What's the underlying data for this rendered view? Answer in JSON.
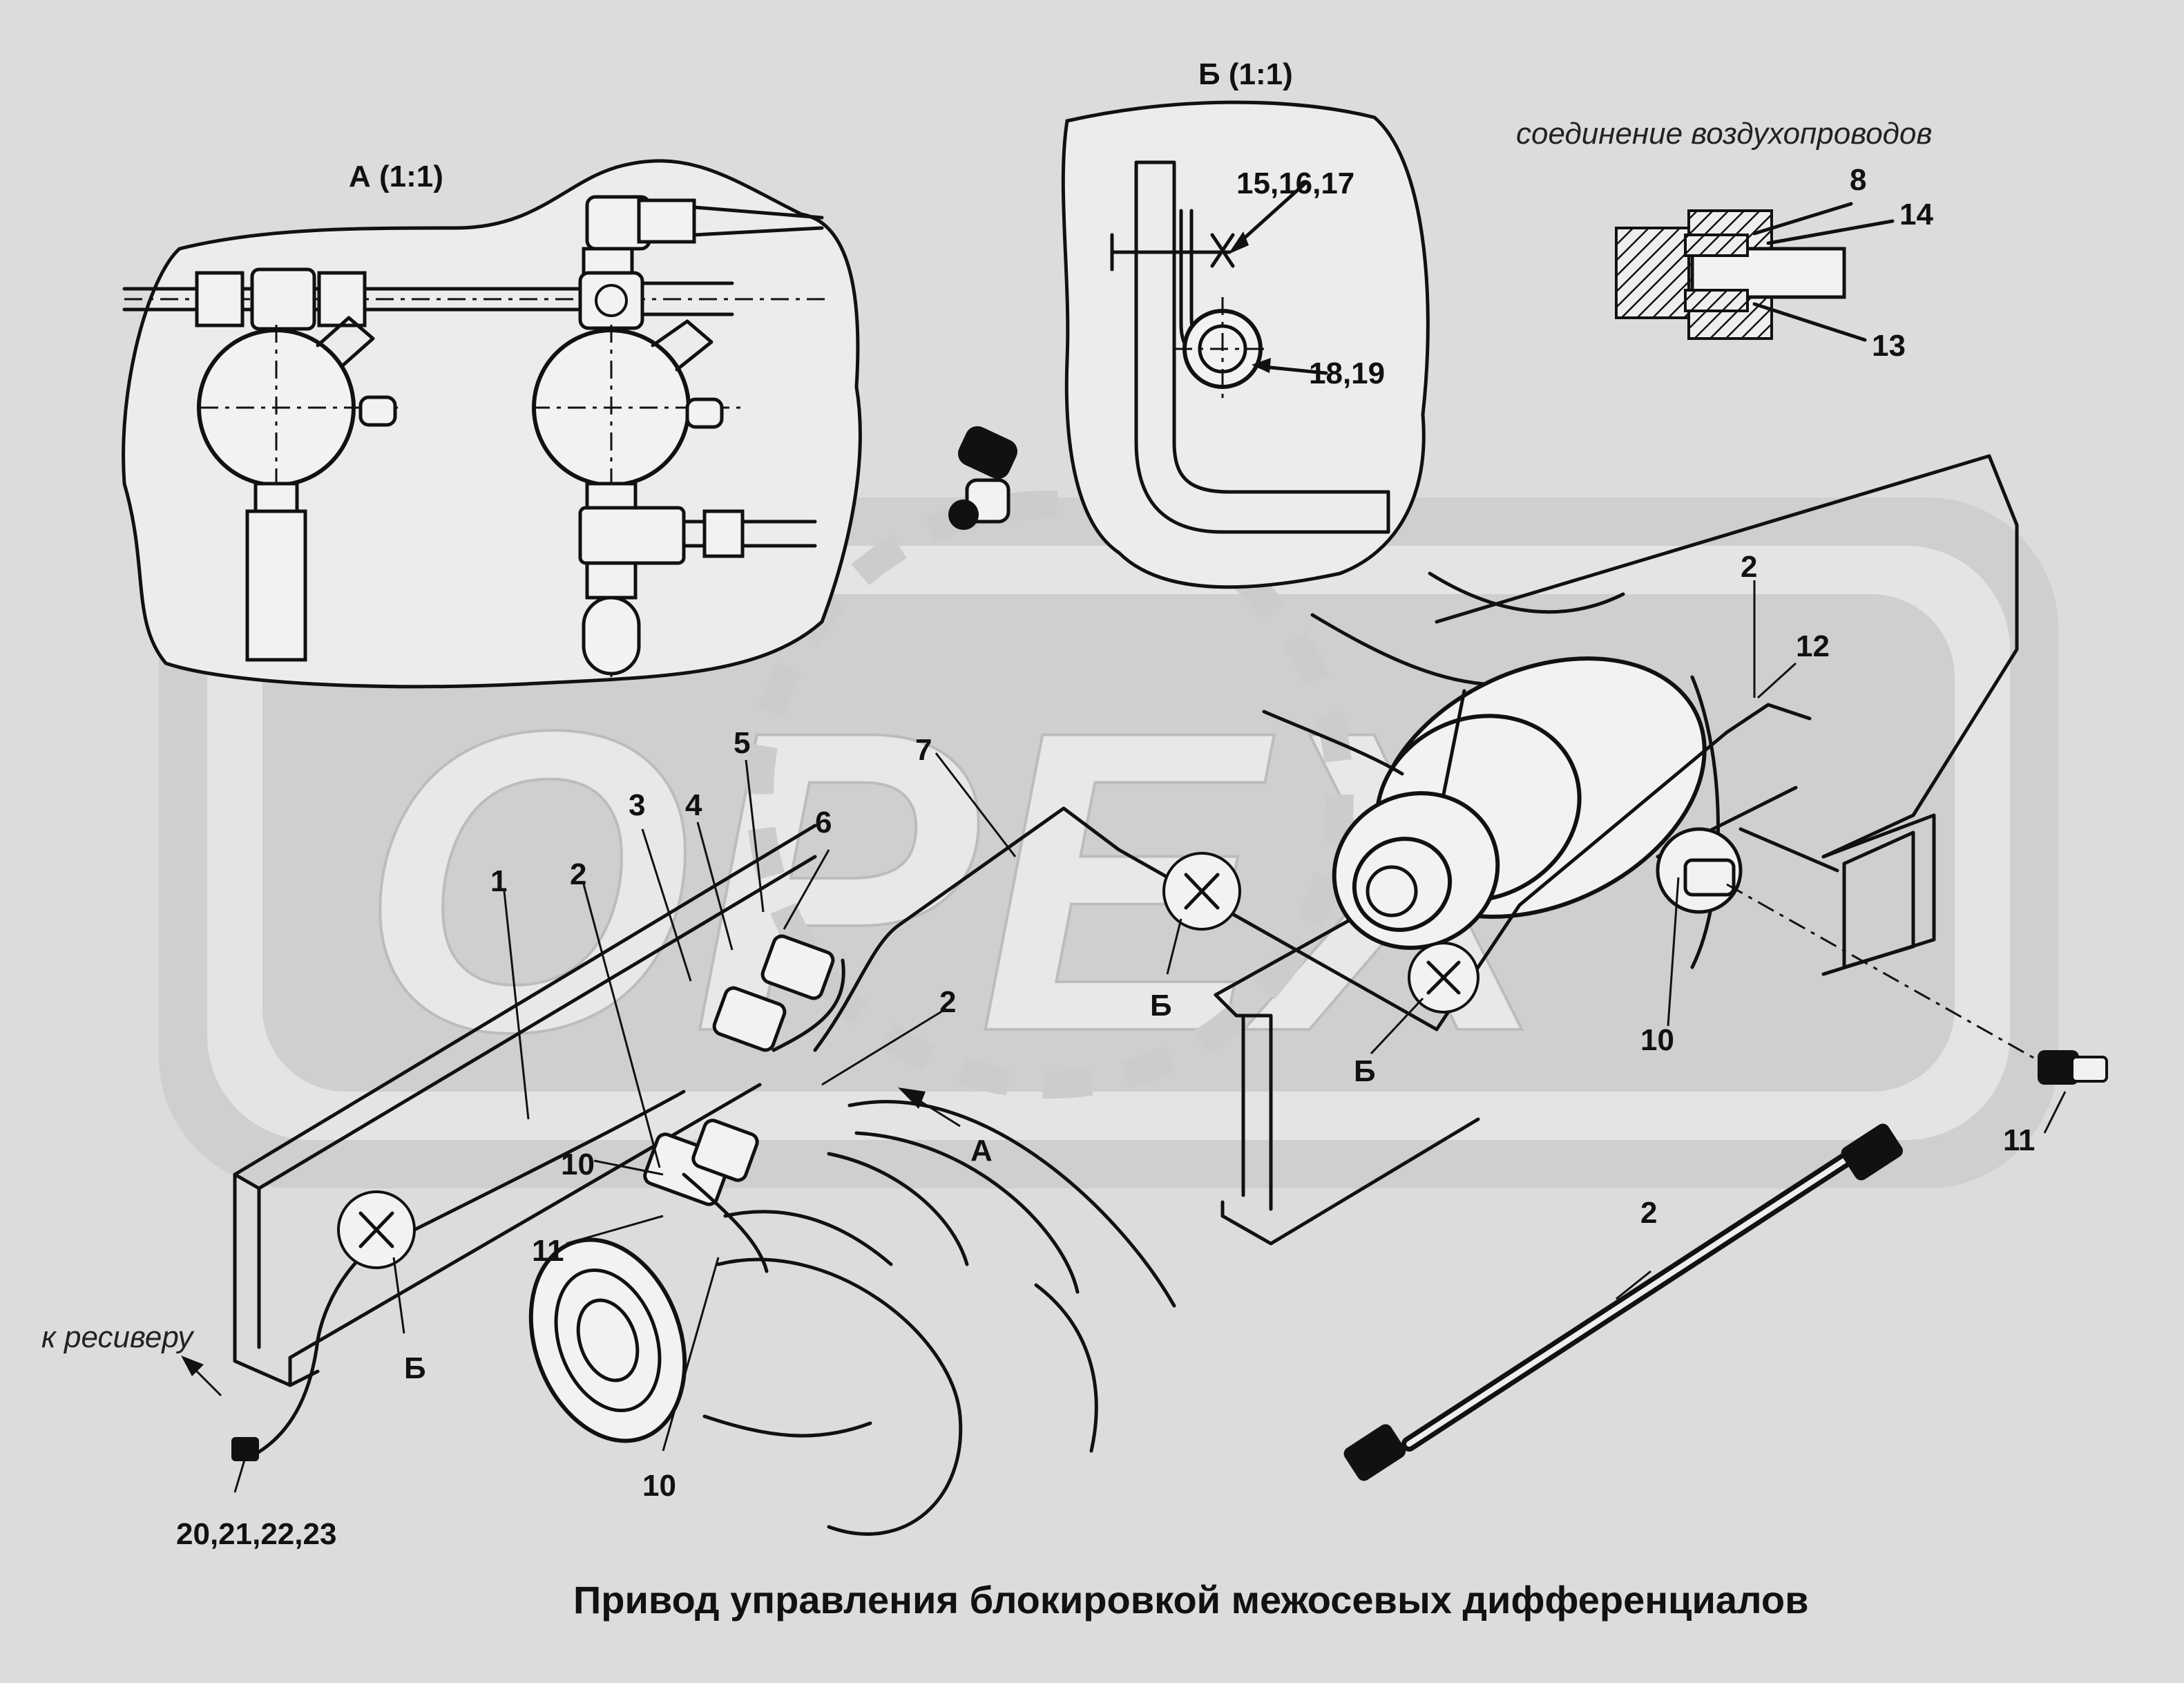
{
  "title": "Привод управления блокировкой межосевых дифференциалов",
  "views": {
    "a": "А (1:1)",
    "b": "Б (1:1)",
    "conn": "соединение воздухопроводов"
  },
  "labels": {
    "to_receiver": "к ресиверу",
    "p1": "1",
    "p2a": "2",
    "p3": "3",
    "p4": "4",
    "p5": "5",
    "p6": "6",
    "p7": "7",
    "p2b": "2",
    "p2c": "2",
    "p2d": "2",
    "p10a": "10",
    "p10b": "10",
    "p10c": "10",
    "p11a": "11",
    "p11b": "11",
    "p12": "12",
    "p8": "8",
    "p14": "14",
    "p13": "13",
    "p15": "15,16,17",
    "p18": "18,19",
    "p20": "20,21,22,23",
    "arrowA": "А",
    "b1": "Б",
    "b2": "Б",
    "b3": "Б"
  },
  "watermark": "OPEX"
}
